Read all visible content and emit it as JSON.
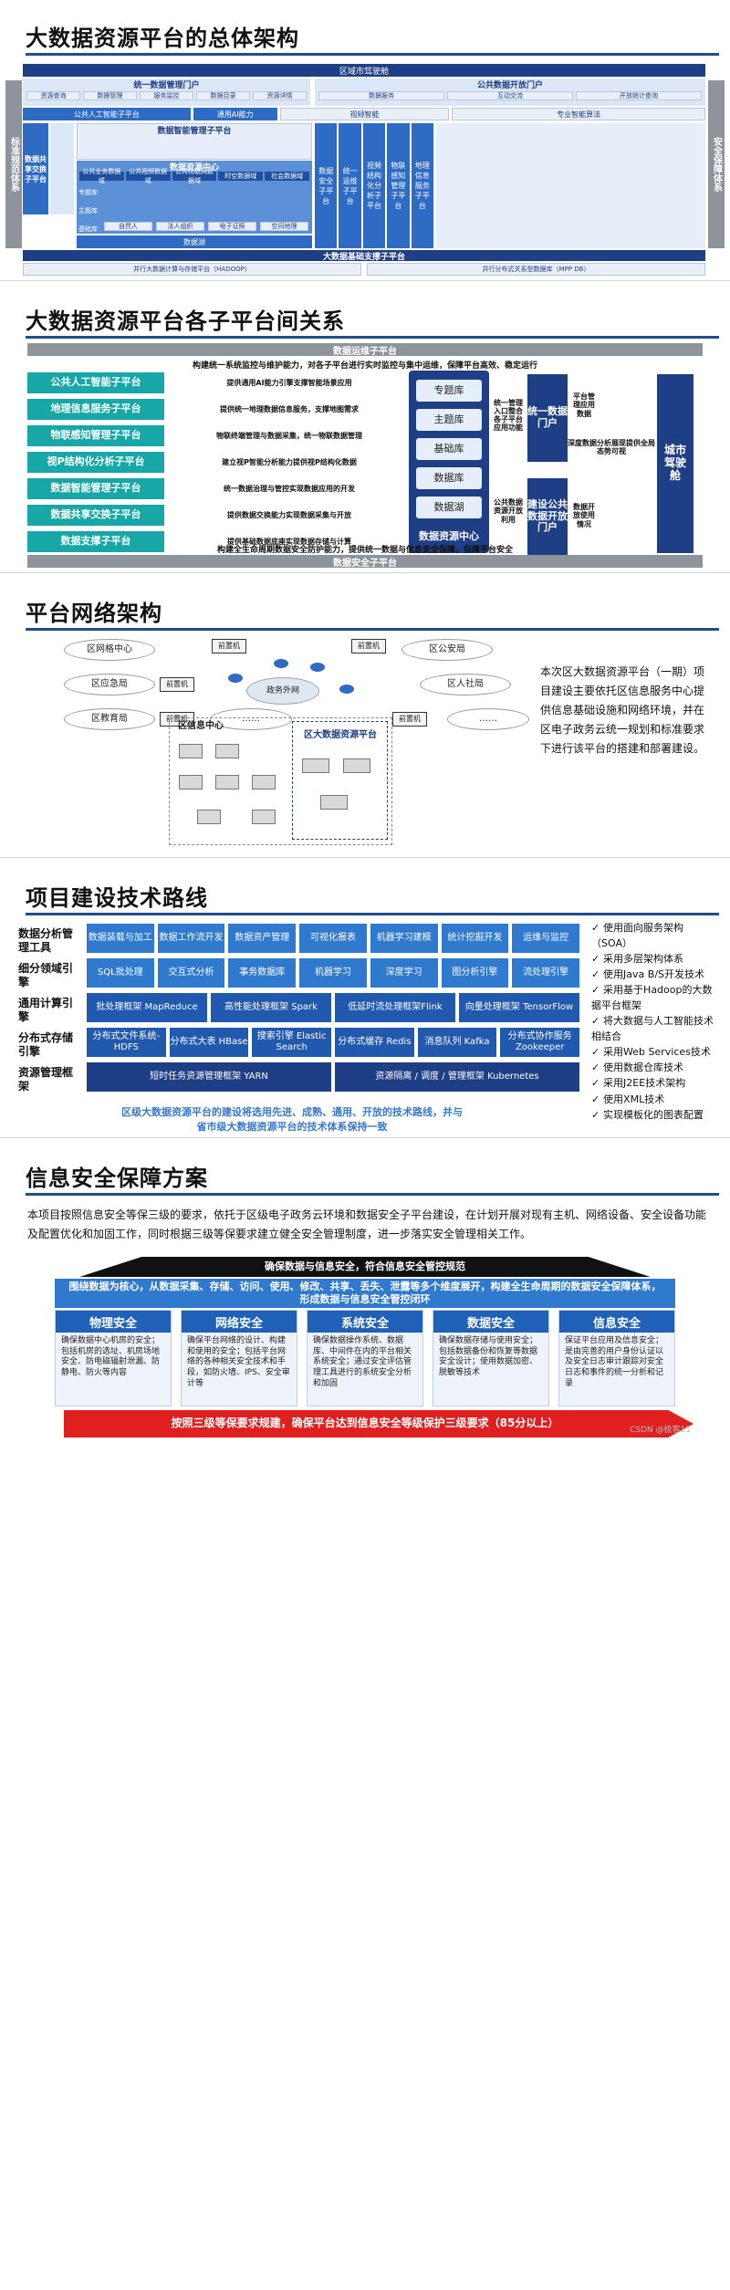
{
  "s1": {
    "title": "大数据资源平台的总体架构",
    "top_bar": "区域市驾驶舱",
    "left_side": "标准规范体系",
    "right_side": "安全保障体系",
    "portal_left": "统一数据管理门户",
    "portal_right": "公共数据开放门户",
    "portal_chips": [
      "资源查询",
      "数据管理",
      "服务监控",
      "数据目录",
      "资源详情",
      "数据服务",
      "互动交流",
      "开放统计查询"
    ],
    "ai_row": [
      "公共人工智能子平台",
      "通用AI能力",
      "视频智能",
      "专业智能算法"
    ],
    "exchange": "数据共享交换子平台",
    "mgmt": "数据智能管理子平台",
    "center": "数据资源中心",
    "center_tags": [
      "专题库",
      "主题库",
      "基础库"
    ],
    "domains": [
      "公共业务数据域",
      "公共视频数据域",
      "公共物联网数据域",
      "时空数据域",
      "社会数据域"
    ],
    "base_chips": [
      "自然人",
      "法人组织",
      "电子证照",
      "空间地理"
    ],
    "lake": "数据湖",
    "sub_right": [
      "数据安全子平台",
      "统一运维子平台",
      "视频结构化分析子平台",
      "物联感知管理子平台",
      "地理信息服务子平台"
    ],
    "support": "大数据基础支撑子平台",
    "support_chips": [
      "并行大数据计算与存储平台（HADOOP）",
      "并行分布式关系型数据库（MPP DB）"
    ]
  },
  "s2": {
    "title": "大数据资源平台各子平台间关系",
    "top": "数据运维子平台",
    "bottom": "数据安全子平台",
    "top_note": "构建统一系统监控与维护能力，对各子平台进行实时监控与集中运维，保障平台高效、稳定运行",
    "bottom_note": "构建全生命周期数据安全防护能力，提供统一数据与信息安全保障，保障平台安全",
    "left": [
      "公共人工智能子平台",
      "地理信息服务子平台",
      "物联感知管理子平台",
      "视P结构化分析子平台",
      "数据智能管理子平台",
      "数据共享交换子平台",
      "数据支撑子平台"
    ],
    "arrows": [
      "提供通用AI能力引擎支撑智能场景应用",
      "提供统一地理数据信息服务，支撑地图需求",
      "物联终端管理与数据采集，统一物联数据管理",
      "建立视P智能分析能力提供视P结构化数据",
      "统一数据治理与管控实现数据应用的开发",
      "提供数据交换能力实现数据采集与开放",
      "提供基础数据底座实现数据存储与计算"
    ],
    "libs": [
      "专题库",
      "主题库",
      "基础库",
      "数据库",
      "数据湖"
    ],
    "center": "数据资源中心",
    "mid_top": "统一管理入口整合各子平台应用功能",
    "mid_bot": "公共数据资源开放利用",
    "portal1": "统一数据门户",
    "portal2": "建设公共数据开放门户",
    "p1_note": "平台管理应用数据",
    "p2_note": "数据开放使用情况",
    "depth": "深度数据分析展现提供全局态势可视",
    "cockpit": "城市驾驶舱"
  },
  "s3": {
    "title": "平台网络架构",
    "nodes": [
      "区网格中心",
      "前置机",
      "区公安局",
      "区应急局",
      "前置机",
      "区人社局",
      "区教育局",
      "前置机",
      "前置机",
      "前置机",
      "……",
      "……"
    ],
    "cloud": "政务外网",
    "zone1": "区信息中心",
    "zone2": "区大数据资源平台",
    "note": "本次区大数据资源平台（一期）项目建设主要依托区信息服务中心提供信息基础设施和网络环境，并在区电子政务云统一规划和标准要求下进行该平台的搭建和部署建设。"
  },
  "s4": {
    "title": "项目建设技术路线",
    "rows": [
      {
        "label": "数据分析管理工具",
        "cells": [
          "数据装载与加工",
          "数据工作流开发",
          "数据资产管理",
          "可视化报表",
          "机器学习建模",
          "统计挖掘开发",
          "运维与监控"
        ]
      },
      {
        "label": "细分领域引擎",
        "cells": [
          "SQL批处理",
          "交互式分析",
          "事务数据库",
          "机器学习",
          "深度学习",
          "图分析引擎",
          "流处理引擎"
        ]
      },
      {
        "label": "通用计算引擎",
        "cells": [
          "批处理框架 MapReduce",
          "高性能处理框架 Spark",
          "低延时流处理框架Flink",
          "向量处理框架 TensorFlow"
        ]
      },
      {
        "label": "分布式存储引擎",
        "cells": [
          "分布式文件系统-HDFS",
          "分布式大表 HBase",
          "搜索引擎 Elastic Search",
          "分布式缓存 Redis",
          "消息队列 Kafka",
          "分布式协作服务 Zookeeper"
        ]
      },
      {
        "label": "资源管理框架",
        "cells": [
          "短时任务资源管理框架 YARN",
          "资源隔离 / 调度 / 管理框架 Kubernetes"
        ]
      }
    ],
    "note": "区级大数据资源平台的建设将选用先进、成熟、通用、开放的技术路线，并与省市级大数据资源平台的技术体系保持一致",
    "checks": [
      "使用面向服务架构（SOA）",
      "采用多层架构体系",
      "使用Java B/S开发技术",
      "采用基于Hadoop的大数据平台框架",
      "将大数据与人工智能技术相结合",
      "采用Web Services技术",
      "使用数据仓库技术",
      "采用J2EE技术架构",
      "使用XML技术",
      "实现模板化的图表配置"
    ]
  },
  "s5": {
    "title": "信息安全保障方案",
    "intro": "本项目按照信息安全等保三级的要求，依托于区级电子政务云环境和数据安全子平台建设，在计划开展对现有主机、网络设备、安全设备功能及配置优化和加固工作，同时根据三级等保要求建立健全安全管理制度，进一步落实安全管理相关工作。",
    "roof": "确保数据与信息安全，符合信息安全管控规范",
    "core": "围绕数据为核心，从数据采集、存储、访问、使用、修改、共享、丢失、泄露等多个维度展开，构建全生命周期的数据安全保障体系，形成数据与信息安全管控闭环",
    "cols": [
      {
        "h": "物理安全",
        "b": "确保数据中心机房的安全；包括机房的选址、机房场地安全、防电磁辐射泄漏、防静电、防火等内容"
      },
      {
        "h": "网络安全",
        "b": "确保平台网络的设计、构建和使用的安全；包括平台网络的各种相关安全技术和手段，如防火墙、IPS、安全审计等"
      },
      {
        "h": "系统安全",
        "b": "确保数据操作系统、数据库、中间件在内的平台相关系统安全；通过安全评估管理工具进行的系统安全分析和加固"
      },
      {
        "h": "数据安全",
        "b": "确保数据存储与使用安全；包括数据备份和恢复等数据安全设计；使用数据加密、脱敏等技术"
      },
      {
        "h": "信息安全",
        "b": "保证平台应用及信息安全；是由完善的用户身份认证以及安全日志审计跟踪对安全日志和事件的统一分析和记录"
      }
    ],
    "footer": "按照三级等保要求规建，确保平台达到信息安全等级保护三级要求（85分以上）",
    "watermark": "CSDN @极客11"
  }
}
